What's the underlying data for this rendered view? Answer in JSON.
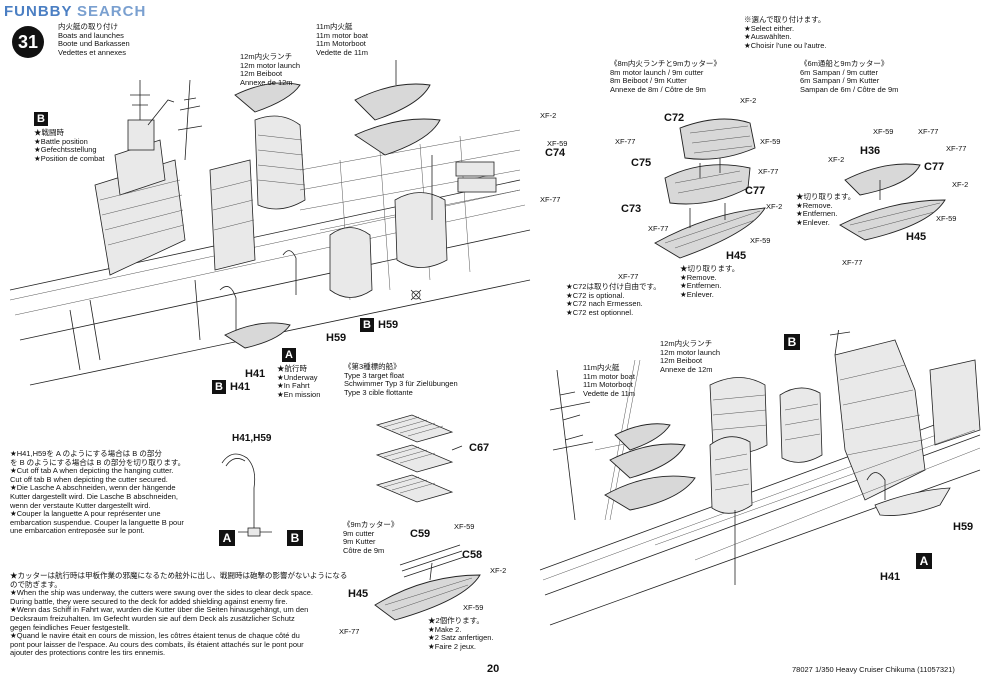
{
  "watermark": {
    "brand_1": "FUNBBY",
    "brand_2": "SEARCH"
  },
  "step": {
    "number": "31"
  },
  "title_block": {
    "lines": [
      "内火艇の取り付け",
      "Boats and launches",
      "Boote und Barkassen",
      "Vedettes et annexes"
    ]
  },
  "choose_note": {
    "lines": [
      "※選んで取り付けます。",
      "★Select either.",
      "★Auswählten.",
      "★Choisir l'une ou l'autre."
    ]
  },
  "view_b_note": {
    "label": "B",
    "lines": [
      "★戦闘時",
      "★Battle position",
      "★Gefechtsstellung",
      "★Position de combat"
    ]
  },
  "view_a_note": {
    "label": "A",
    "lines": [
      "★航行時",
      "★Underway",
      "★In Fahrt",
      "★En mission"
    ]
  },
  "motorboat_11m_top": {
    "lines": [
      "11m内火艇",
      "11m motor boat",
      "11m Motorboot",
      "Vedette de 11m"
    ]
  },
  "launch_12m_top": {
    "lines": [
      "12m内火ランチ",
      "12m motor launch",
      "12m Beiboot",
      "Annexe de 12m"
    ]
  },
  "launch_8m_cutter_9m": {
    "lines": [
      "《8m内火ランチと9mカッター》",
      "8m motor launch / 9m cutter",
      "8m Beiboot / 9m Kutter",
      "Annexe de 8m / Côtre de 9m"
    ]
  },
  "sampan_6m": {
    "lines": [
      "《6m通船と9mカッター》",
      "6m Sampan / 9m cutter",
      "6m Sampan / 9m Kutter",
      "Sampan de 6m / Côtre de 9m"
    ]
  },
  "target_float": {
    "lines": [
      "《第3種標的船》",
      "Type 3 target float",
      "Schwimmer Typ 3 für Zielübungen",
      "Type 3 cible flottante"
    ]
  },
  "cutter_9m": {
    "lines": [
      "《9mカッター》",
      "9m cutter",
      "9m Kutter",
      "Côtre de 9m"
    ]
  },
  "c72_note": {
    "lines": [
      "★C72は取り付け自由です。",
      "★C72 is optional.",
      "★C72 nach Ermessen.",
      "★C72 est optionnel."
    ]
  },
  "remove_note_1": {
    "lines": [
      "★切り取ります。",
      "★Remove.",
      "★Entfernen.",
      "★Enlever."
    ]
  },
  "remove_note_2": {
    "lines": [
      "★切り取ります。",
      "★Remove.",
      "★Entfernen.",
      "★Enlever."
    ]
  },
  "make2_note": {
    "lines": [
      "★2個作ります。",
      "★Make 2.",
      "★2 Satz anfertigen.",
      "★Faire 2 jeux."
    ]
  },
  "motorboat_11m_bottom": {
    "lines": [
      "11m内火艇",
      "11m motor boat",
      "11m Motorboot",
      "Vedette de 11m"
    ]
  },
  "launch_12m_bottom": {
    "lines": [
      "12m内火ランチ",
      "12m motor launch",
      "12m Beiboot",
      "Annexe de 12m"
    ]
  },
  "h41_h59_detail": {
    "title": "H41,H59",
    "label_a": "A",
    "label_b": "B",
    "lines": [
      "★H41,H59を A のようにする場合は B の部分",
      "を B のようにする場合は B の部分を切り取ります。",
      "★Cut off tab  A  when depicting the hanging cutter.",
      "Cut off tab  B  when depicting the cutter secured.",
      "★Die Lasche  A  abschneiden, wenn der hängende",
      "Kutter dargestellt wird. Die Lasche  B  abschneiden,",
      "wenn der verstaute Kutter dargestellt wird.",
      "★Couper la languette  A  pour représenter une",
      "embarcation suspendue. Couper la languette  B  pour",
      "une embarcation entreposée sur le pont."
    ]
  },
  "cutter_note": {
    "lines": [
      "★カッターは航行時は甲板作業の邪魔になるため舷外に出し、戦闘時は砲撃の影響がないようになる",
      "ので防ぎます。",
      "★When the ship was underway, the cutters were swung over the sides to clear deck space.",
      "During battle, they were secured to the deck for added shielding against enemy fire.",
      "★Wenn das Schiff in Fahrt war, wurden die Kutter über die Seiten hinausgehängt, um den",
      "Decksraum freizuhalten. Im Gefecht wurden sie auf dem Deck als zusätzlicher Schutz",
      "gegen feindliches Feuer festgestellt.",
      "★Quand le navire était en cours de mission, les côtres étaient tenus de chaque côté du",
      "pont pour laisser de l'espace. Au cours des combats, ils étaient attachés sur le pont pour",
      "ajouter des protections contre les tirs ennemis."
    ]
  },
  "parts": {
    "xf2": "XF-2",
    "xf59": "XF-59",
    "xf77": "XF-77",
    "c74": "C74",
    "c72": "C72",
    "c75": "C75",
    "c73": "C73",
    "c77": "C77",
    "h36": "H36",
    "h45": "H45",
    "h41": "H41",
    "h59": "H59",
    "c67": "C67",
    "c59": "C59",
    "c58": "C58",
    "h41h59": "H41,H59"
  },
  "labels": {
    "a": "A",
    "b": "B"
  },
  "footer": {
    "page_number": "20",
    "product_code": "78027",
    "product_name": "1/350 Heavy Cruiser Chikuma (11057321)"
  }
}
